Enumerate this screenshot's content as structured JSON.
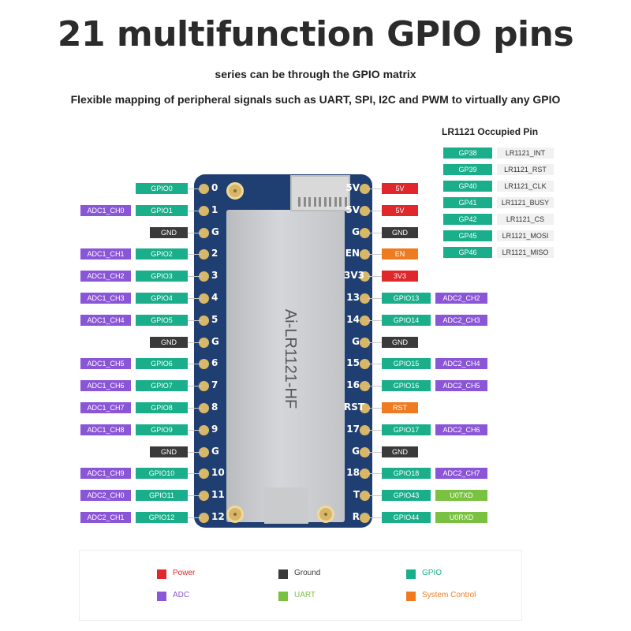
{
  "title": "21 multifunction GPIO pins",
  "subtitle1": "series can be through the GPIO matrix",
  "subtitle2": "Flexible mapping of peripheral signals such as UART, SPI, I2C and PWM to virtually any GPIO",
  "board_left_pins": [
    "0",
    "1",
    "G",
    "2",
    "3",
    "4",
    "5",
    "G",
    "6",
    "7",
    "8",
    "9",
    "G",
    "10",
    "11",
    "12"
  ],
  "board_right_pins": [
    "5V",
    "5V",
    "G",
    "EN",
    "3V3",
    "13",
    "14",
    "G",
    "15",
    "16",
    "RST",
    "17",
    "G",
    "18",
    "T",
    "R"
  ],
  "left_rows": [
    {
      "gpio": "GPIO0",
      "adc": ""
    },
    {
      "gpio": "GPIO1",
      "adc": "ADC1_CH0"
    },
    {
      "gnd": "GND"
    },
    {
      "gpio": "GPIO2",
      "adc": "ADC1_CH1"
    },
    {
      "gpio": "GPIO3",
      "adc": "ADC1_CH2"
    },
    {
      "gpio": "GPIO4",
      "adc": "ADC1_CH3"
    },
    {
      "gpio": "GPIO5",
      "adc": "ADC1_CH4"
    },
    {
      "gnd": "GND"
    },
    {
      "gpio": "GPIO6",
      "adc": "ADC1_CH5"
    },
    {
      "gpio": "GPIO7",
      "adc": "ADC1_CH6"
    },
    {
      "gpio": "GPIO8",
      "adc": "ADC1_CH7"
    },
    {
      "gpio": "GPIO9",
      "adc": "ADC1_CH8"
    },
    {
      "gnd": "GND"
    },
    {
      "gpio": "GPIO10",
      "adc": "ADC1_CH9"
    },
    {
      "gpio": "GPIO11",
      "adc": "ADC2_CH0"
    },
    {
      "gpio": "GPIO12",
      "adc": "ADC2_CH1"
    }
  ],
  "right_rows": [
    {
      "pwr": "5V"
    },
    {
      "pwr": "5V"
    },
    {
      "gnd": "GND"
    },
    {
      "sys": "EN"
    },
    {
      "pwr": "3V3"
    },
    {
      "gpio": "GPIO13",
      "adc": "ADC2_CH2"
    },
    {
      "gpio": "GPIO14",
      "adc": "ADC2_CH3"
    },
    {
      "gnd": "GND"
    },
    {
      "gpio": "GPIO15",
      "adc": "ADC2_CH4"
    },
    {
      "gpio": "GPIO16",
      "adc": "ADC2_CH5"
    },
    {
      "sys": "RST"
    },
    {
      "gpio": "GPIO17",
      "adc": "ADC2_CH6"
    },
    {
      "gnd": "GND"
    },
    {
      "gpio": "GPIO18",
      "adc": "ADC2_CH7"
    },
    {
      "gpio": "GPIO43",
      "uart": "U0TXD"
    },
    {
      "gpio": "GPIO44",
      "uart": "U0RXD"
    }
  ],
  "occupied": {
    "title": "LR1121 Occupied Pin",
    "rows": [
      {
        "gp": "GP38",
        "fn": "LR1121_INT"
      },
      {
        "gp": "GP39",
        "fn": "LR1121_RST"
      },
      {
        "gp": "GP40",
        "fn": "LR1121_CLK"
      },
      {
        "gp": "GP41",
        "fn": "LR1121_BUSY"
      },
      {
        "gp": "GP42",
        "fn": "LR1121_CS"
      },
      {
        "gp": "GP45",
        "fn": "LR1121_MOSI"
      },
      {
        "gp": "GP46",
        "fn": "LR1121_MISO"
      }
    ]
  },
  "module_text": "Ai-LR1121-HF",
  "legend": [
    {
      "label": "Power",
      "color": "#e0272b"
    },
    {
      "label": "Ground",
      "color": "#3a3a3a"
    },
    {
      "label": "GPIO",
      "color": "#1aae8a"
    },
    {
      "label": "ADC",
      "color": "#8a55d6"
    },
    {
      "label": "UART",
      "color": "#7ac142"
    },
    {
      "label": "System Control",
      "color": "#ef7b21"
    }
  ]
}
